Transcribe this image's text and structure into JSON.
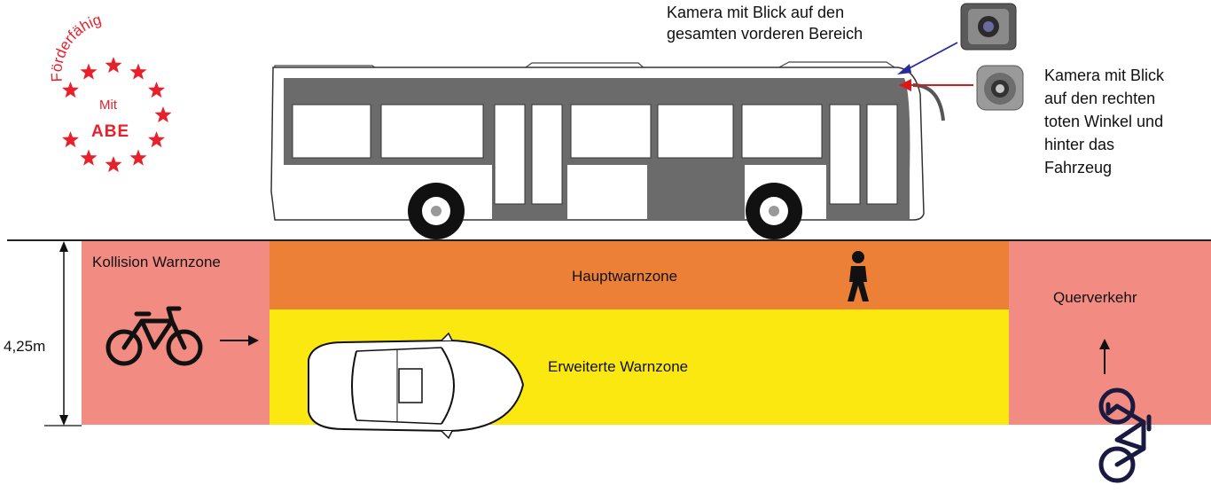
{
  "badge": {
    "top_text": "Förderfähig",
    "mit": "Mit",
    "abe": "ABE",
    "color": "#e8202a"
  },
  "camera_front": {
    "text": "Kamera mit Blick auf den gesamten vorderen Bereich",
    "line1": "Kamera mit Blick auf den",
    "line2": "gesamten vorderen Bereich",
    "arrow_color": "#2a2a9e"
  },
  "camera_side": {
    "line1": "Kamera mit Blick",
    "line2": "auf den rechten",
    "line3": "toten Winkel und",
    "line4": "hinter das",
    "line5": "Fahrzeug",
    "arrow_color": "#d81a1a"
  },
  "zones": {
    "collision": {
      "label": "Kollision Warnzone",
      "color": "#f28b82"
    },
    "main": {
      "label": "Hauptwarnzone",
      "color": "#ec8037"
    },
    "extended": {
      "label": "Erweiterte Warnzone",
      "color": "#fbe810"
    },
    "cross": {
      "label": "Querverkehr",
      "color": "#f28b82"
    }
  },
  "dimension": {
    "label": "4,25m"
  }
}
